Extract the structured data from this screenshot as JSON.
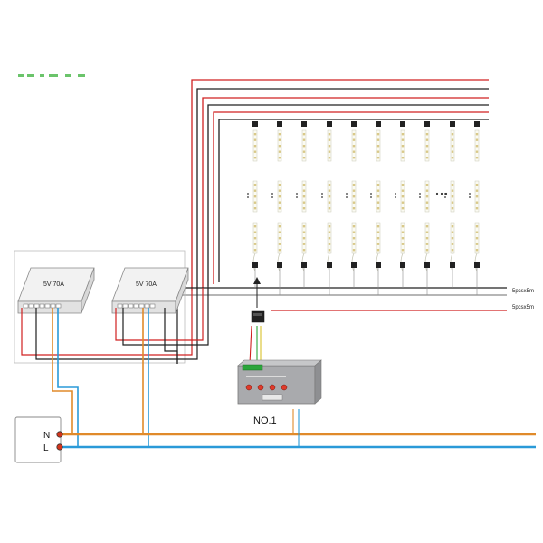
{
  "power_supplies": [
    {
      "label": "5V 70A"
    },
    {
      "label": "5V 70A"
    }
  ],
  "controller": {
    "label": "NO.1"
  },
  "mains": {
    "n_label": "N",
    "l_label": "L"
  },
  "runs": [
    {
      "label": "5pcsx5m"
    },
    {
      "label": "5pcsx5m"
    }
  ],
  "colors": {
    "red": "#d02020",
    "black": "#202020",
    "gray": "#8a8a8a",
    "orange": "#e08a2a",
    "blue": "#2a9ad8",
    "green": "#2aa53a",
    "psu_body": "#f2f2f2",
    "controller_body": "#a9aaad"
  }
}
